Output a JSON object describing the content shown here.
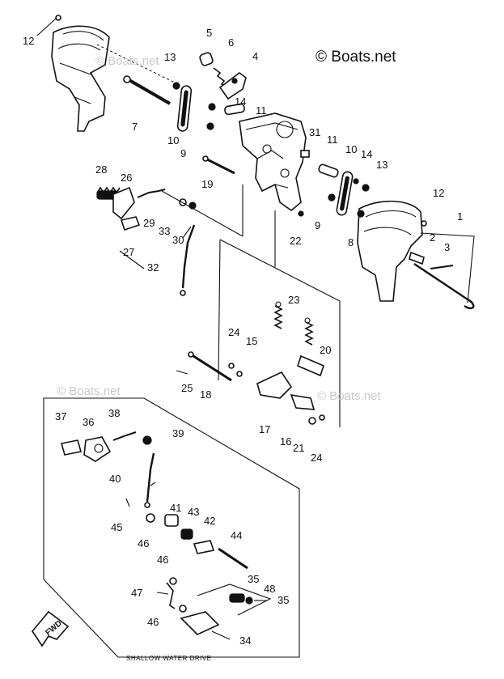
{
  "watermark": {
    "main": "© Boats.net",
    "faint": [
      "© Boats.net",
      "© Boats.net",
      "© Boats.net"
    ]
  },
  "sub_assembly_caption": "SHALLOW WATER DRIVE",
  "direction_marker": "FWD",
  "part_labels": [
    "1",
    "2",
    "3",
    "4",
    "5",
    "6",
    "7",
    "8",
    "9",
    "9",
    "10",
    "10",
    "11",
    "11",
    "12",
    "12",
    "13",
    "13",
    "14",
    "14",
    "15",
    "16",
    "17",
    "18",
    "19",
    "20",
    "21",
    "22",
    "23",
    "24",
    "24",
    "25",
    "26",
    "27",
    "28",
    "29",
    "30",
    "31",
    "32",
    "33",
    "34",
    "35",
    "35",
    "36",
    "37",
    "38",
    "39",
    "40",
    "41",
    "42",
    "43",
    "44",
    "45",
    "46",
    "46",
    "46",
    "47",
    "48"
  ]
}
